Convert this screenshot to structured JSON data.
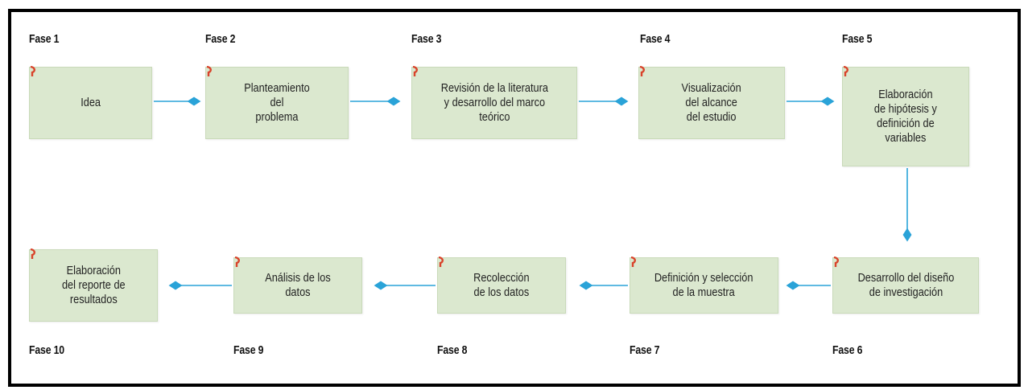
{
  "phases": [
    {
      "label": "Fase 1",
      "text": "Idea"
    },
    {
      "label": "Fase 2",
      "text": "Planteamiento\ndel\nproblema"
    },
    {
      "label": "Fase 3",
      "text": "Revisión de la literatura\ny desarrollo del marco\nteórico"
    },
    {
      "label": "Fase 4",
      "text": "Visualización\ndel alcance\ndel estudio"
    },
    {
      "label": "Fase 5",
      "text": "Elaboración\nde hipótesis y\ndefinición de\nvariables"
    },
    {
      "label": "Fase 6",
      "text": "Desarrollo del diseño\nde investigación"
    },
    {
      "label": "Fase 7",
      "text": "Definición y selección\nde la muestra"
    },
    {
      "label": "Fase 8",
      "text": "Recolección\nde los datos"
    },
    {
      "label": "Fase 9",
      "text": "Análisis de los\ndatos"
    },
    {
      "label": "Fase 10",
      "text": "Elaboración\ndel reporte de\nresultados"
    }
  ],
  "colors": {
    "box": "#dbe8cf",
    "arrow": "#2aa3d8",
    "marker": "#d9432b"
  }
}
